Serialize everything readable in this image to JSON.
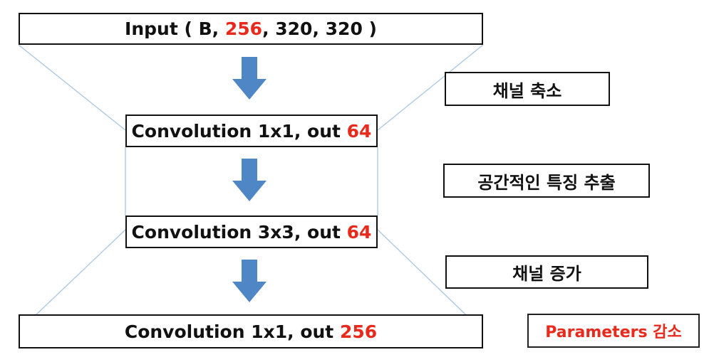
{
  "diagram": {
    "layers": [
      {
        "prefix": "Input ( B, ",
        "highlight": "256",
        "suffix": ", 320, 320 )"
      },
      {
        "prefix": "Convolution 1x1, out ",
        "highlight": "64",
        "suffix": ""
      },
      {
        "prefix": "Convolution 3x3, out ",
        "highlight": "64",
        "suffix": ""
      },
      {
        "prefix": "Convolution 1x1, out ",
        "highlight": "256",
        "suffix": ""
      }
    ],
    "annotations": [
      {
        "label": "채널 축소"
      },
      {
        "label": "공간적인 특징 추출"
      },
      {
        "label": "채널 증가"
      }
    ],
    "summary": {
      "label": "Parameters 감소"
    }
  },
  "colors": {
    "highlight": "#e8291b",
    "arrow": "#4f86c6",
    "guide_line": "#a9c7e3",
    "border": "#111111"
  }
}
